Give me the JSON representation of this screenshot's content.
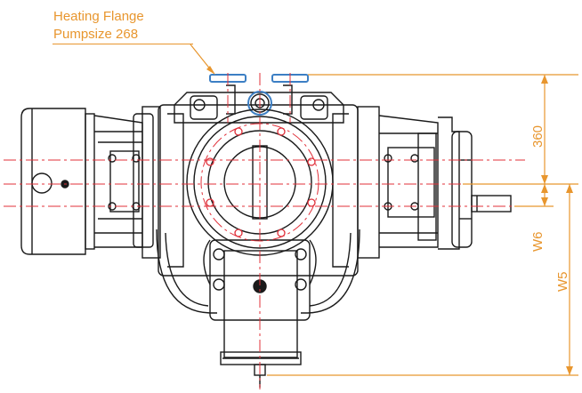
{
  "callout": {
    "line1": "Heating Flange",
    "line2": "Pumpsize 268"
  },
  "dimensions": {
    "d1": "360",
    "d2": "W6",
    "d3": "W5"
  },
  "colors": {
    "line": "#1a1a1a",
    "center": "#e0303a",
    "annotation": "#e8962e",
    "flange": "#3c7fc4"
  }
}
